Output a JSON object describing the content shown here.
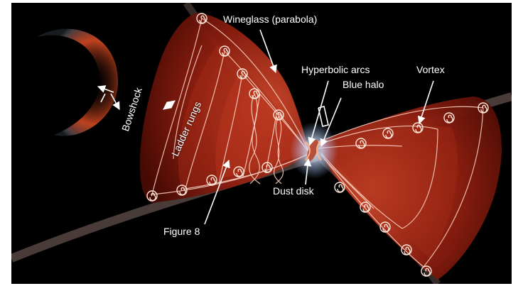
{
  "labels": {
    "wineglass": "Wineglass (parabola)",
    "hyperbolic_arcs": "Hyperbolic arcs",
    "blue_halo": "Blue halo",
    "vortex": "Vortex",
    "bowshock": "Bowshock",
    "ladder_rungs": "Ladder rungs",
    "dust_disk": "Dust disk",
    "figure_8": "Figure 8"
  },
  "colors": {
    "background": "#000000",
    "lobe_dark": "#4a0a04",
    "lobe_mid": "#8f1f10",
    "lobe_light": "#d14a2c",
    "line": "#ffd8c8",
    "halo": "#9fc2ff",
    "bowshock_outer": "#7b8aa0",
    "bowshock_inner": "#c0421e",
    "ring": "#5a4a46"
  }
}
